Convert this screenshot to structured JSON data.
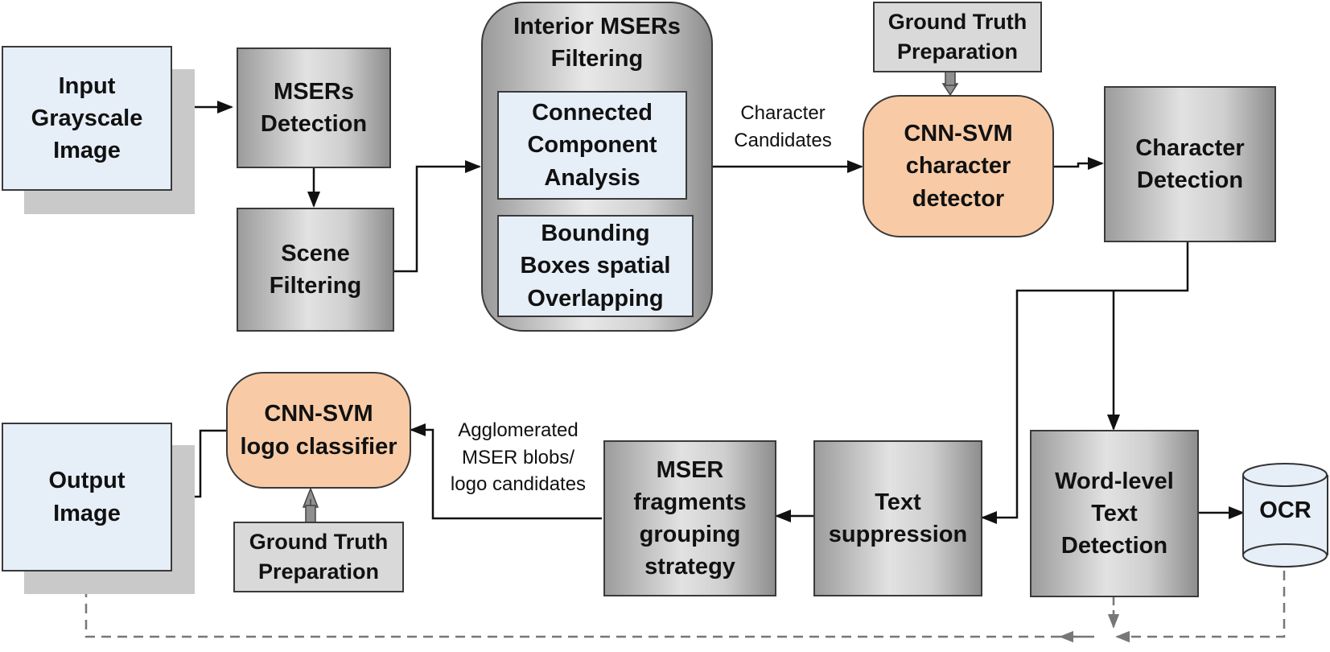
{
  "nodes": {
    "input_image": "Input\nGrayscale\nImage",
    "msers_detection": "MSERs\nDetection",
    "scene_filtering": "Scene\nFiltering",
    "interior_filtering": "Interior MSERs\nFiltering",
    "connected_component": "Connected\nComponent\nAnalysis",
    "bounding_boxes": "Bounding\nBoxes spatial\nOverlapping",
    "ground_truth_top": "Ground Truth\nPreparation",
    "cnn_svm_character": "CNN-SVM\ncharacter\ndetector",
    "character_detection": "Character\nDetection",
    "output_image": "Output\nImage",
    "cnn_svm_logo": "CNN-SVM\nlogo classifier",
    "ground_truth_bottom": "Ground Truth\nPreparation",
    "mser_grouping": "MSER\nfragments\ngrouping\nstrategy",
    "text_suppression": "Text\nsuppression",
    "word_level": "Word-level\nText\nDetection",
    "ocr": "OCR"
  },
  "edge_labels": {
    "character_candidates": "Character\nCandidates",
    "agglomerated": "Agglomerated\nMSER blobs/\nlogo candidates"
  },
  "colors": {
    "light_box": "#e6eef8",
    "orange_box": "#f8cba6",
    "gray_box": "#d9d9d9",
    "line": "#111111",
    "dashed_line": "#777777"
  }
}
